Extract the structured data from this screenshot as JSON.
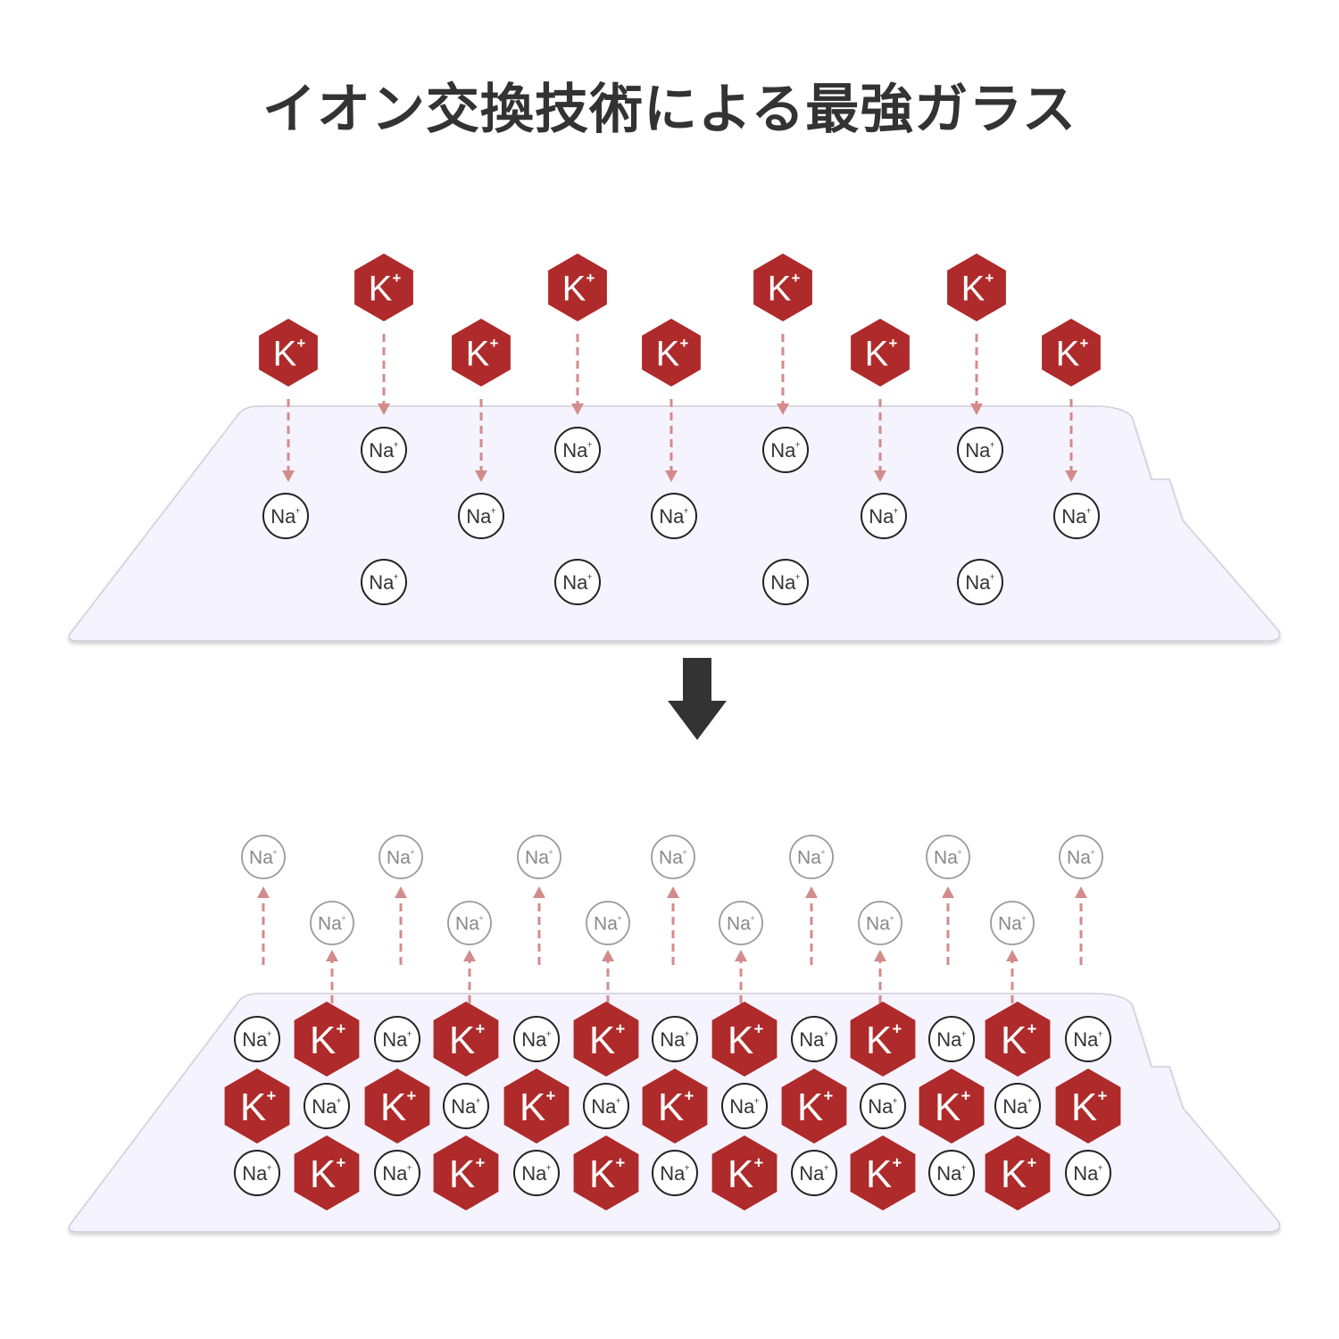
{
  "title": "イオン交換技術による最強ガラス",
  "ions": {
    "potassium": {
      "symbol": "K",
      "charge": "+"
    },
    "sodium": {
      "symbol": "Na",
      "charge": "+"
    }
  },
  "colors": {
    "title": "#333333",
    "k_fill": "#af2a2a",
    "glass_fill": "#f5f3fd",
    "glass_edge": "#cfcfd8",
    "arrow_dashed": "#d38b8b",
    "down_arrow": "#333333",
    "na_stroke": "#222222",
    "na_text": "#333333",
    "na_released_stroke": "#9a9a9a",
    "na_released_text": "#888888"
  },
  "diagram": {
    "before": {
      "k_ions": 9,
      "na_ions": 13,
      "sodium_rows": 3
    },
    "after": {
      "released_na_ions": 13,
      "embedded_k_ions": 19,
      "embedded_na_ions": 20,
      "embedded_rows": 3
    }
  }
}
